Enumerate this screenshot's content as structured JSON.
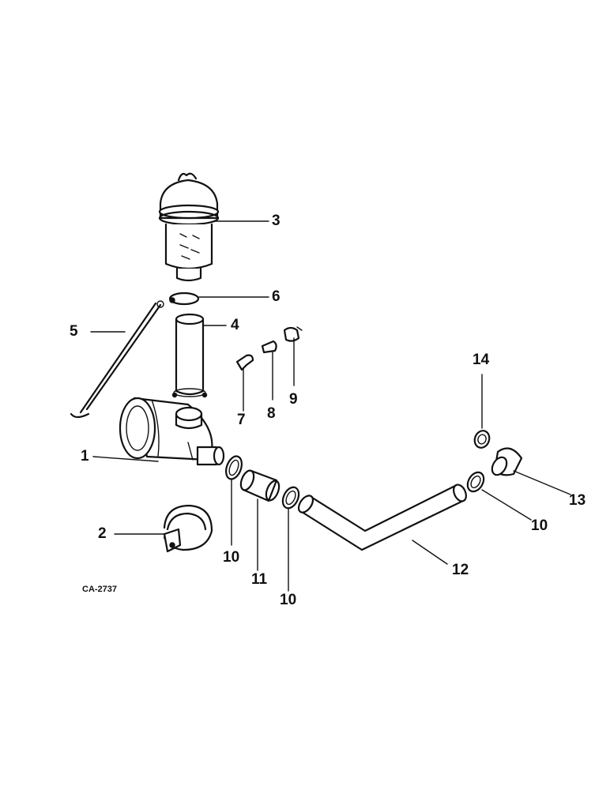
{
  "figure_code": "CA-2737",
  "callouts": [
    {
      "id": "3",
      "text": "3"
    },
    {
      "id": "6",
      "text": "6"
    },
    {
      "id": "5",
      "text": "5"
    },
    {
      "id": "4",
      "text": "4"
    },
    {
      "id": "9",
      "text": "9"
    },
    {
      "id": "7",
      "text": "7"
    },
    {
      "id": "8",
      "text": "8"
    },
    {
      "id": "14",
      "text": "14"
    },
    {
      "id": "1",
      "text": "1"
    },
    {
      "id": "13",
      "text": "13"
    },
    {
      "id": "10a",
      "text": "10"
    },
    {
      "id": "2",
      "text": "2"
    },
    {
      "id": "10b",
      "text": "10"
    },
    {
      "id": "11",
      "text": "11"
    },
    {
      "id": "12",
      "text": "12"
    },
    {
      "id": "10c",
      "text": "10"
    }
  ],
  "colors": {
    "ink": "#111111",
    "paper": "#ffffff"
  }
}
